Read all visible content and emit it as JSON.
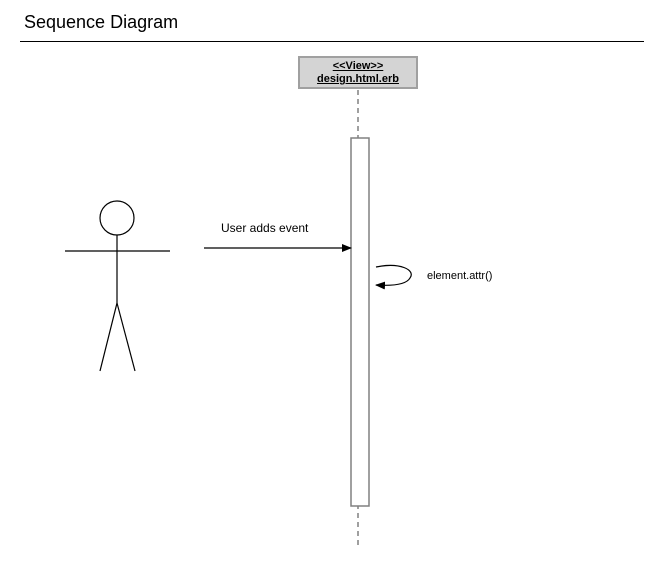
{
  "title": "Sequence Diagram",
  "lifeline": {
    "stereotype": "<<View>>",
    "name": "design.html.erb"
  },
  "messages": [
    {
      "label": "User adds event",
      "from": "actor",
      "to": "lifeline"
    },
    {
      "label": "element.attr()",
      "from": "lifeline",
      "to": "lifeline",
      "kind": "self"
    }
  ],
  "colors": {
    "lifeline_fill": "#d4d4d4",
    "lifeline_border": "#a0a0a0",
    "activation_border": "#808080",
    "lifeline_dash": "#808080"
  }
}
